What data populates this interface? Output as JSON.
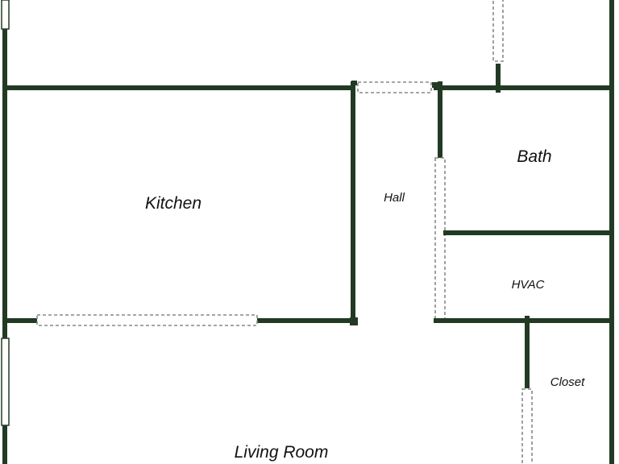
{
  "rooms": {
    "kitchen": "Kitchen",
    "hall": "Hall",
    "bath": "Bath",
    "hvac": "HVAC",
    "closet": "Closet",
    "living_room": "Living Room"
  },
  "colors": {
    "wall": "#223a24",
    "opening_dash": "#888888",
    "background": "#ffffff"
  }
}
